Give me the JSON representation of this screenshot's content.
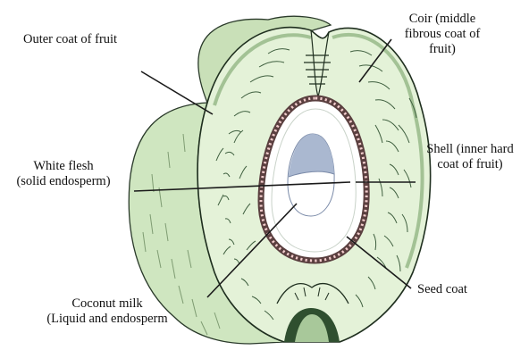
{
  "labels": {
    "outer_coat": "Outer coat of fruit",
    "coir_1": "Coir (middle",
    "coir_2": "fibrous coat of",
    "coir_3": "fruit)",
    "flesh_1": "White flesh",
    "flesh_2": "(solid endosperm)",
    "shell_1": "Shell (inner hard",
    "shell_2": "coat of fruit)",
    "milk_1": "Coconut milk",
    "milk_2": "(Liquid and endosperm",
    "seed_coat": "Seed coat"
  },
  "colors": {
    "husk": "#d2e7c5",
    "husk_dark": "#8fae80",
    "coir": "#e6f3da",
    "fiber": "#2f4f2f",
    "shell_outer": "#8a6a6a",
    "shell_bead": "#f0c9c9",
    "flesh": "#ffffff",
    "milk": "#a9b8cf",
    "leader": "#1a1a1a"
  }
}
